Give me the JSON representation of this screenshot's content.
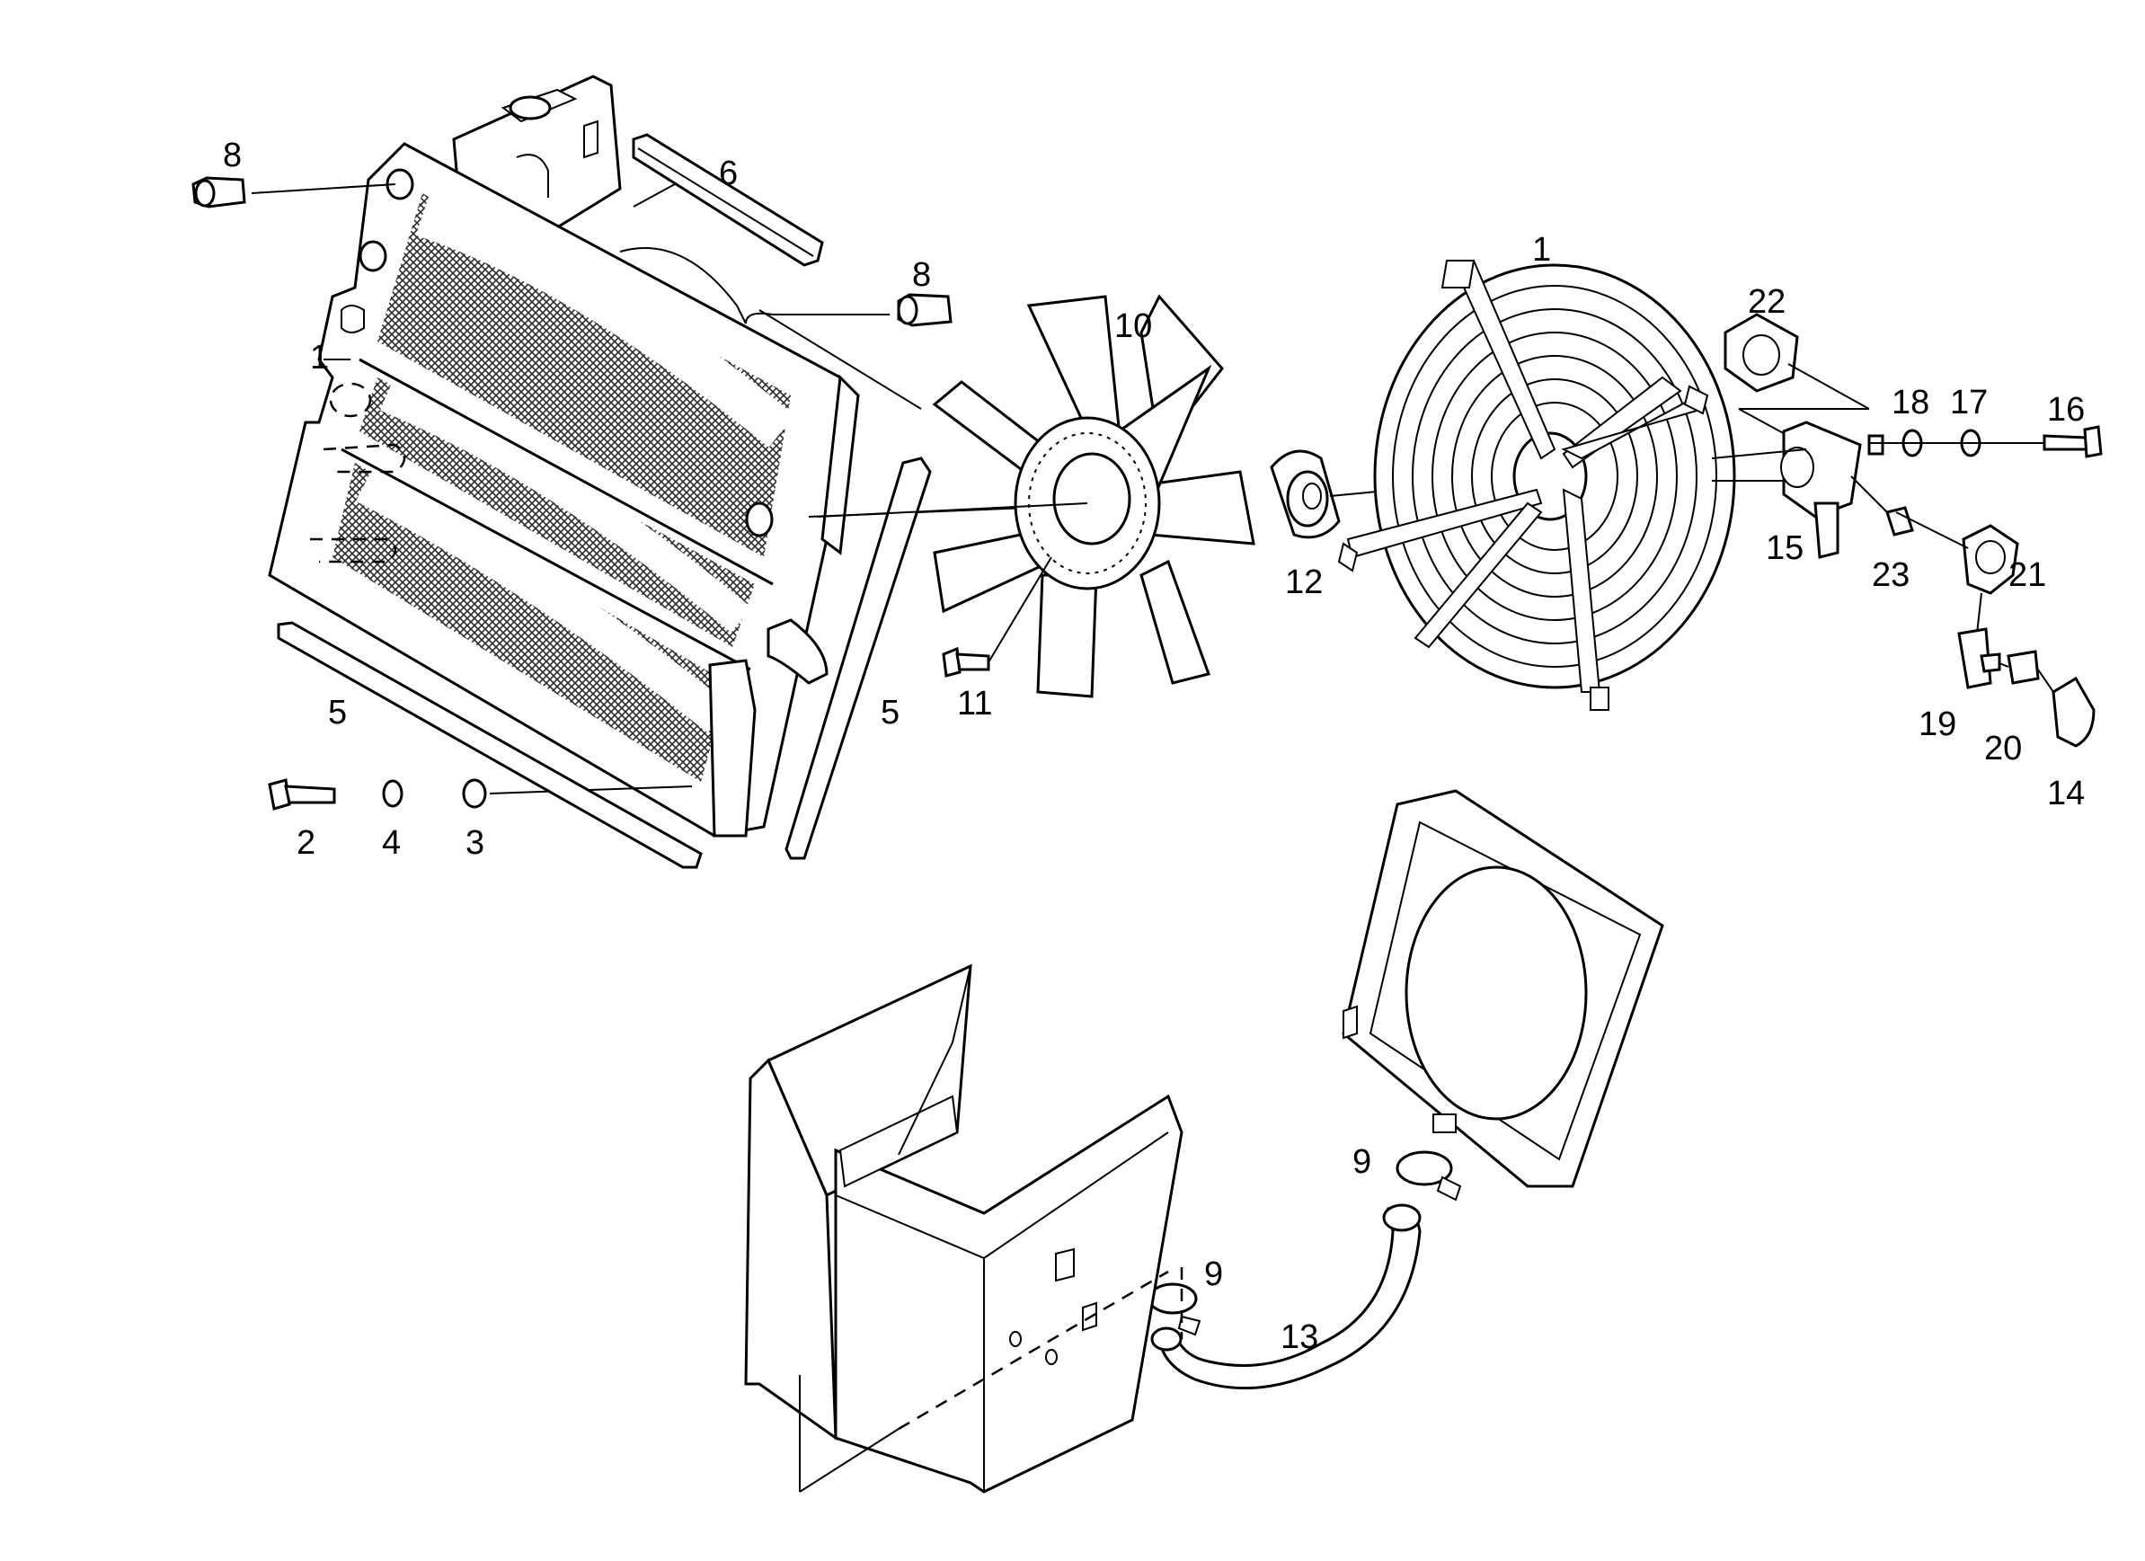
{
  "labels": {
    "radiator_1": "1",
    "bolt_2": "2",
    "washer_3": "3",
    "washer_4": "4",
    "seal_5_left": "5",
    "seal_5_right": "5",
    "seal_6": "6",
    "plug_8_top": "8",
    "plug_8_right": "8",
    "clamp_9_top": "9",
    "clamp_9_bottom": "9",
    "fan_10": "10",
    "bolt_11": "11",
    "hub_12": "12",
    "hose_13": "13",
    "elbow_14": "14",
    "sensor_15": "15",
    "bolt_16": "16",
    "washer_17": "17",
    "washer_18": "18",
    "tee_19": "19",
    "fitting_20": "20",
    "elbow_21": "21",
    "cover_22": "22",
    "fitting_23": "23",
    "guard_1": "1"
  },
  "colors": {
    "line": "#000000",
    "background": "#ffffff",
    "mesh": "#3a3a3a"
  }
}
